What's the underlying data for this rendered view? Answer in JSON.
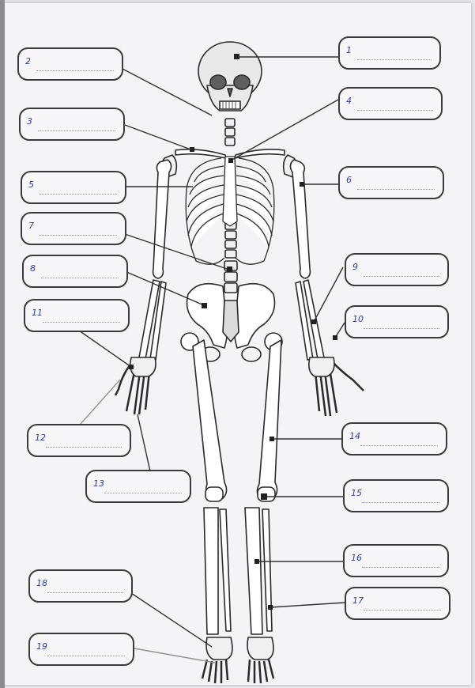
{
  "labels": [
    {
      "number": "1"
    },
    {
      "number": "2"
    },
    {
      "number": "3"
    },
    {
      "number": "4"
    },
    {
      "number": "5"
    },
    {
      "number": "6"
    },
    {
      "number": "7"
    },
    {
      "number": "8"
    },
    {
      "number": "9"
    },
    {
      "number": "10"
    },
    {
      "number": "11"
    },
    {
      "number": "12"
    },
    {
      "number": "13"
    },
    {
      "number": "14"
    },
    {
      "number": "15"
    },
    {
      "number": "16"
    },
    {
      "number": "17"
    },
    {
      "number": "18"
    },
    {
      "number": "19"
    }
  ],
  "colors": {
    "number_ink": "#2f3cb0",
    "outline": "#2a2a2a",
    "paper": "#f4f4f6"
  }
}
